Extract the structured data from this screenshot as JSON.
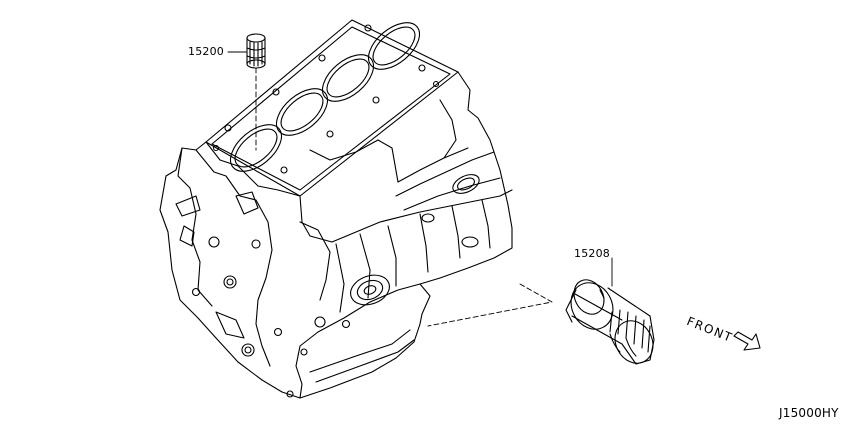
{
  "parts": {
    "filter_cap": {
      "number": "15200"
    },
    "oil_filter": {
      "number": "15208"
    }
  },
  "direction_label": "FRONT",
  "diagram_ref": "J15000HY"
}
